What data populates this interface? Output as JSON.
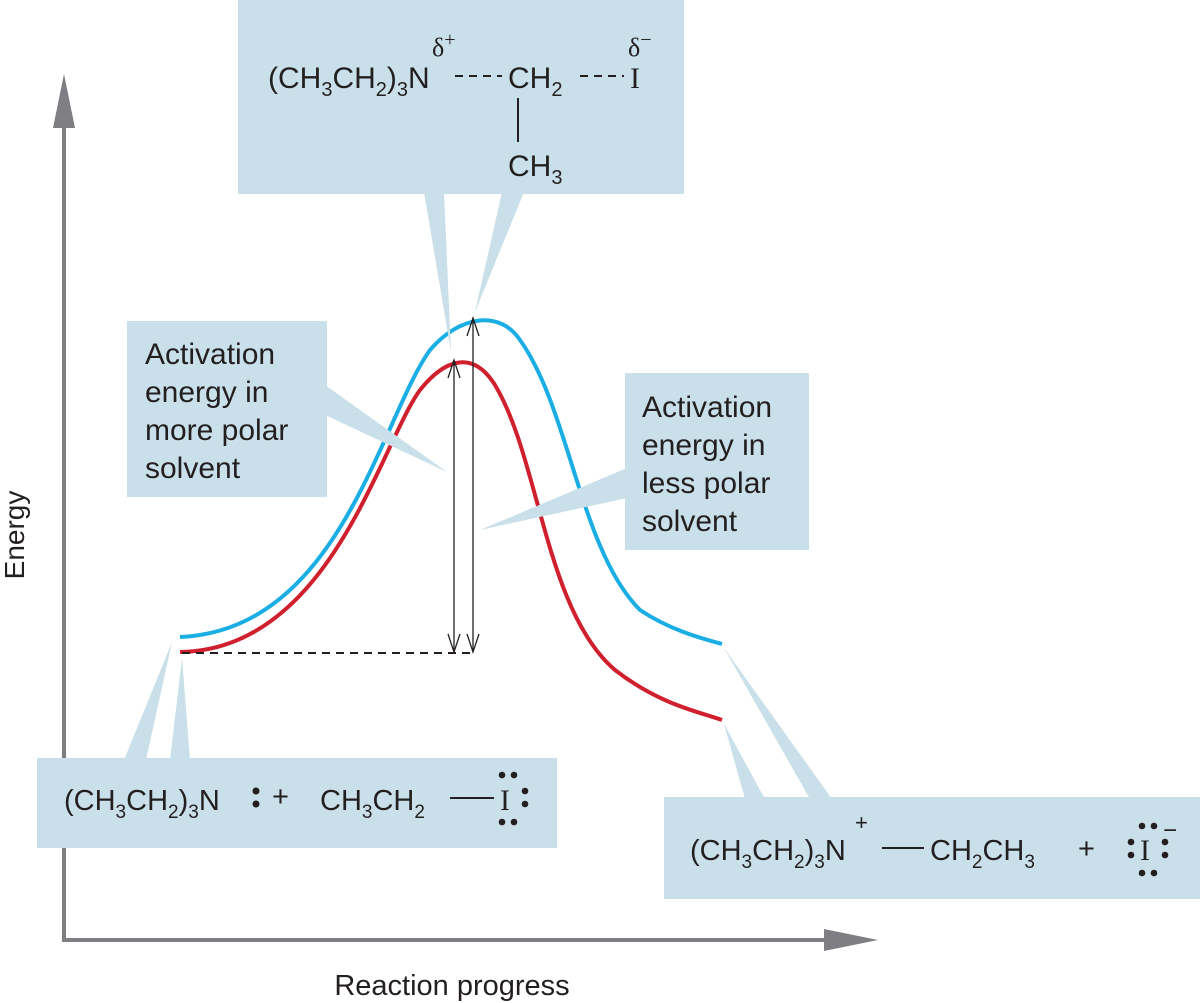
{
  "axes": {
    "y_label": "Energy",
    "x_label": "Reaction progress"
  },
  "colors": {
    "less_polar_curve": "#1aaee5",
    "more_polar_curve": "#d0202e",
    "callout_box": "#c9dfe9",
    "axis": "#7f7f83",
    "text": "#231f20"
  },
  "curves": [
    {
      "name": "less polar solvent",
      "color": "#1aaee5"
    },
    {
      "name": "more polar solvent",
      "color": "#d0202e"
    }
  ],
  "transition_state": {
    "left_group": "(CH",
    "left_sub1": "3",
    "left_mid": "CH",
    "left_sub2": "2",
    "left_close": ")",
    "left_sub3": "3",
    "nitrogen": "N",
    "delta_plus_symbol": "δ",
    "delta_plus_sign": "+",
    "center_group": "CH",
    "center_sub": "2",
    "iodine": "I",
    "delta_minus_symbol": "δ",
    "delta_minus_sign": "−",
    "branch_group": "CH",
    "branch_sub": "3"
  },
  "activation_more_polar": {
    "line1": "Activation",
    "line2": "energy in",
    "line3": "more polar",
    "line4": "solvent"
  },
  "activation_less_polar": {
    "line1": "Activation",
    "line2": "energy in",
    "line3": "less polar",
    "line4": "solvent"
  },
  "reactants": {
    "amine_open": "(CH",
    "amine_sub1": "3",
    "amine_mid": "CH",
    "amine_sub2": "2",
    "amine_close": ")",
    "amine_sub3": "3",
    "amine_n": "N",
    "lone_pair_symbol": ":",
    "plus": "+",
    "ethyl": "CH",
    "ethyl_sub1": "3",
    "ethyl_mid": "CH",
    "ethyl_sub2": "2",
    "iodine": "I"
  },
  "products": {
    "amine_open": "(CH",
    "amine_sub1": "3",
    "amine_mid": "CH",
    "amine_sub2": "2",
    "amine_close": ")",
    "amine_sub3": "3",
    "amine_n": "N",
    "n_charge": "+",
    "ethyl": "CH",
    "ethyl_sub1": "2",
    "ethyl_mid": "CH",
    "ethyl_sub2": "3",
    "plus": "+",
    "iodide": "I",
    "iodide_charge": "−"
  }
}
